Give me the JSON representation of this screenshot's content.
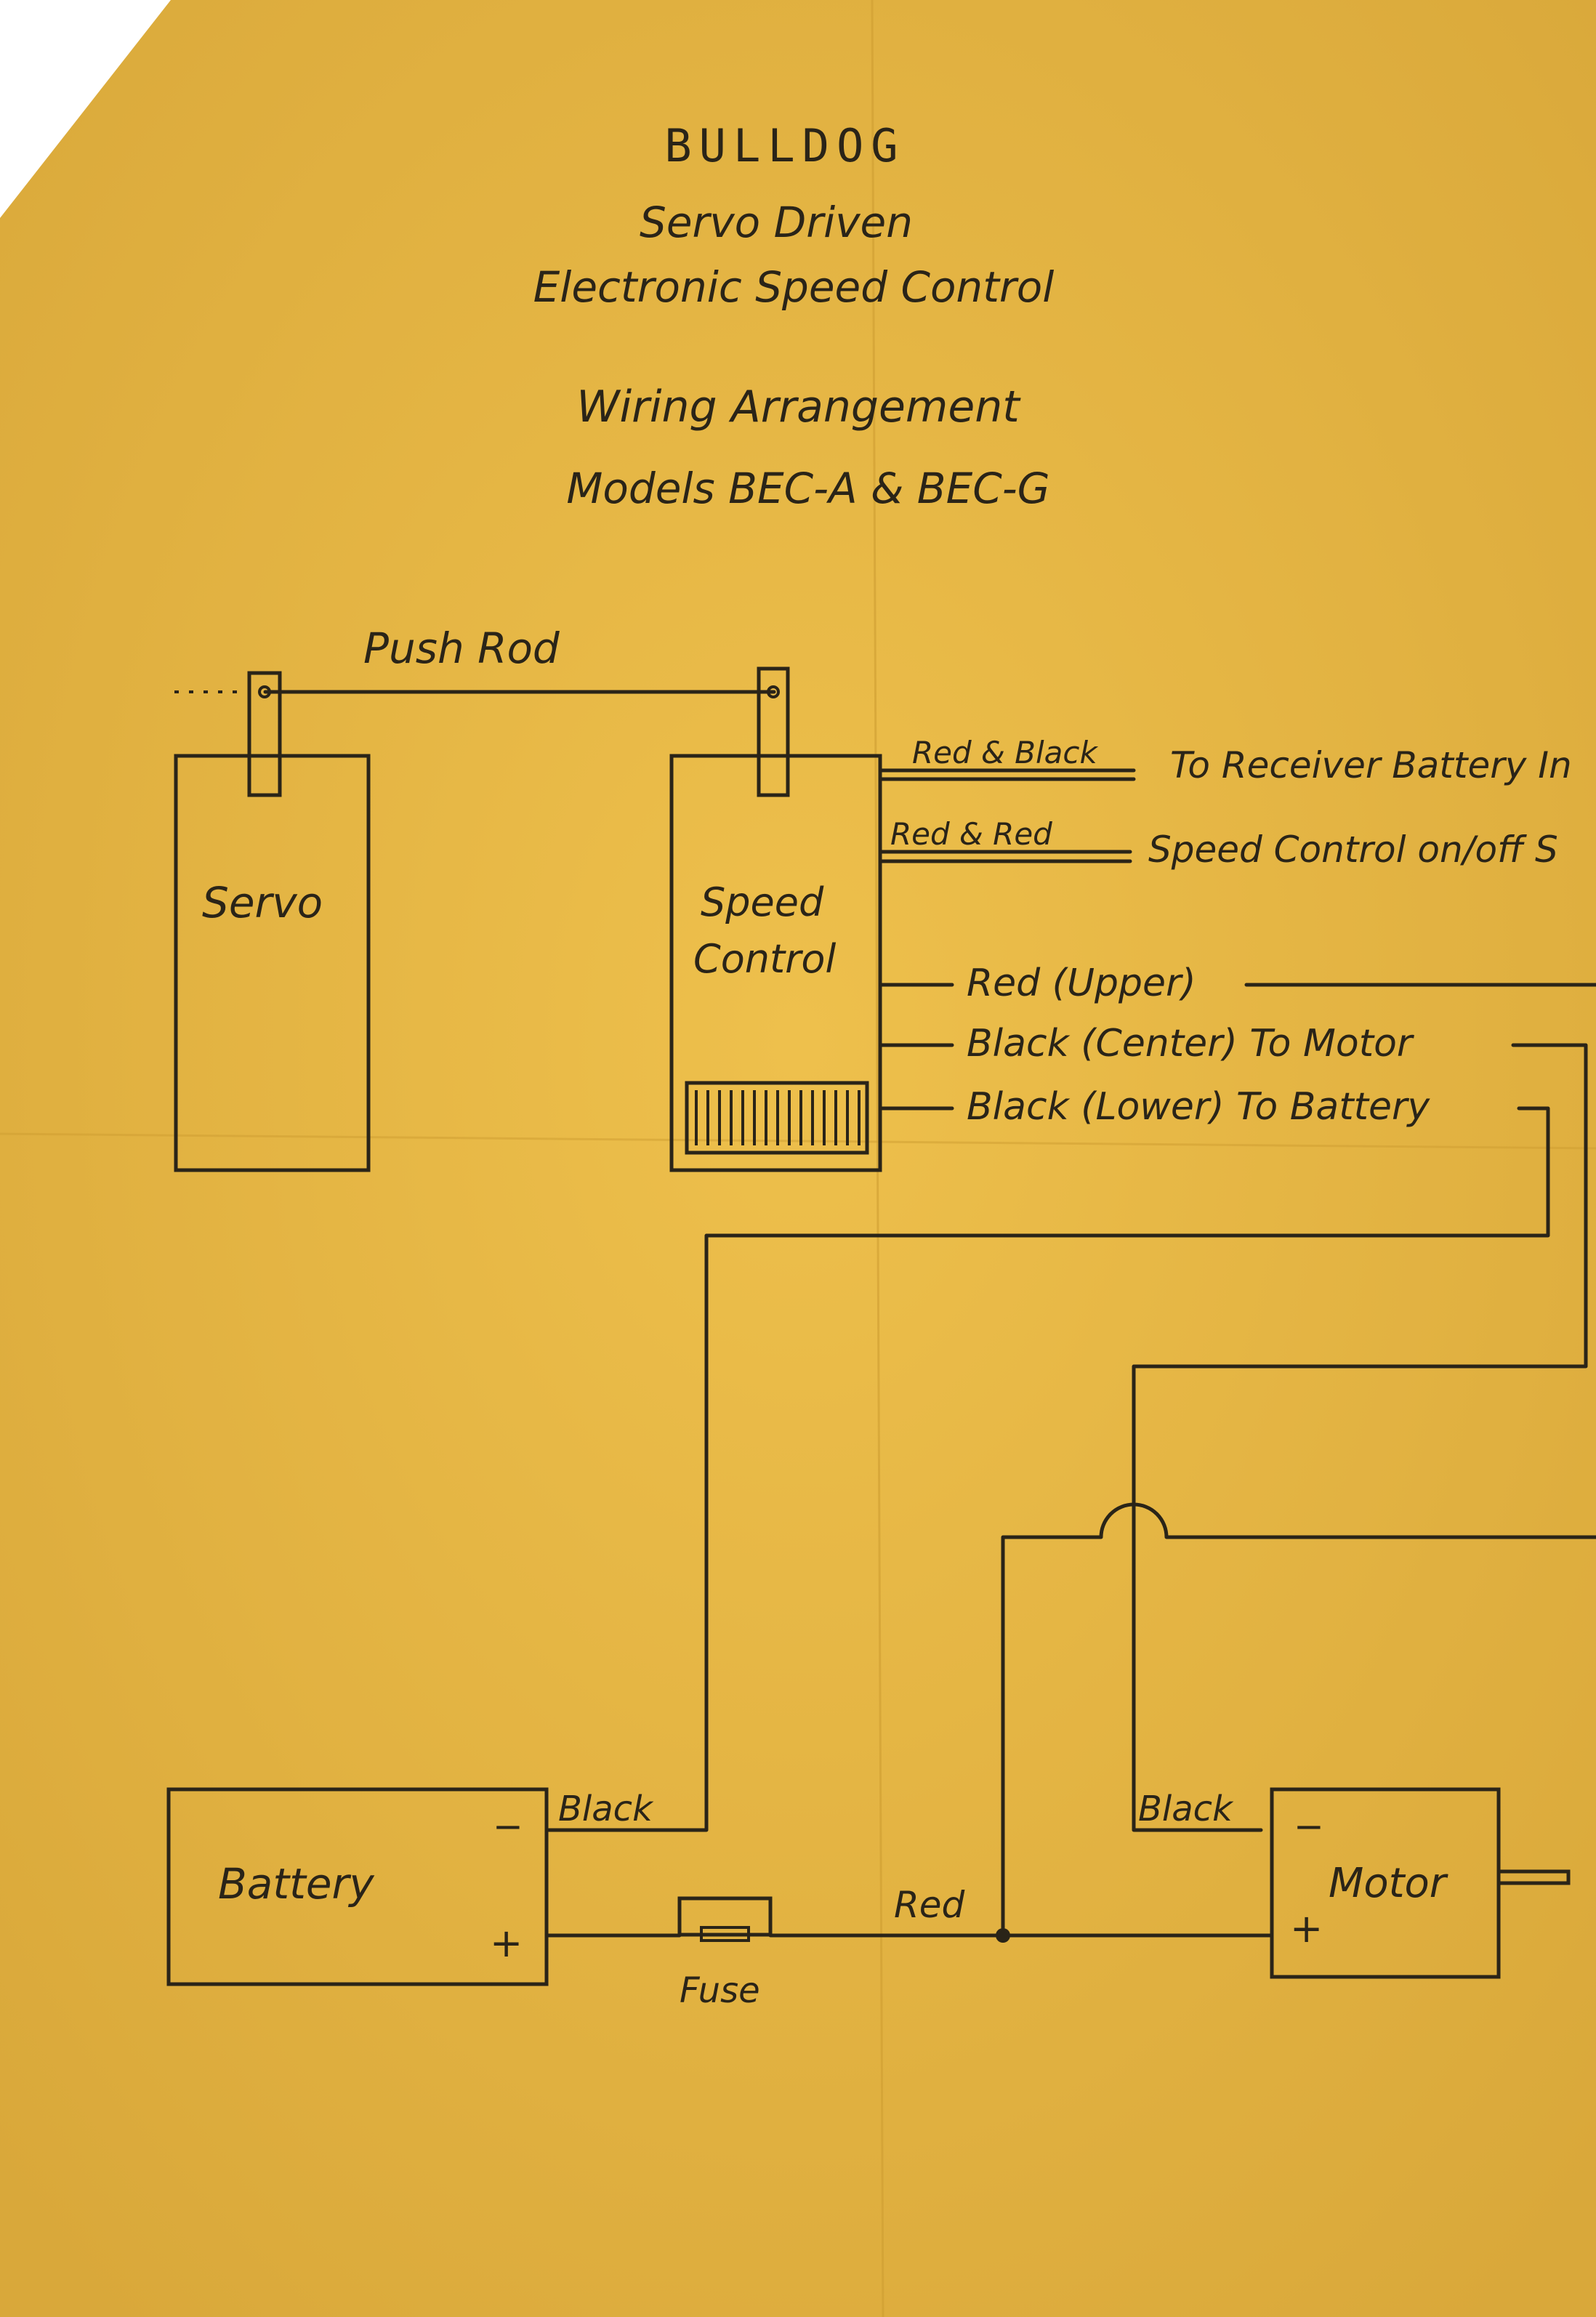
{
  "heading": {
    "line1": "BULLDOG",
    "line2": "Servo Driven",
    "line3": "Electronic Speed Control",
    "line4": "Wiring Arrangement",
    "line5": "Models BEC-A & BEC-G"
  },
  "labels": {
    "push_rod": "Push Rod",
    "servo": "Servo",
    "speed_control_1": "Speed",
    "speed_control_2": "Control",
    "battery": "Battery",
    "motor": "Motor",
    "fuse": "Fuse",
    "minus": "−",
    "plus": "+"
  },
  "wires": {
    "red_black": "Red & Black",
    "to_receiver": "To Receiver Battery In",
    "red_red": "Red & Red",
    "on_off": "Speed Control on/off S",
    "red_upper": "Red (Upper)",
    "black_center": "Black (Center) To Motor",
    "black_lower": "Black (Lower) To Battery",
    "battery_black": "Black",
    "battery_red": "Red",
    "motor_black": "Black"
  },
  "colors": {
    "paper": "#e7b846",
    "ink": "#2a2418"
  }
}
